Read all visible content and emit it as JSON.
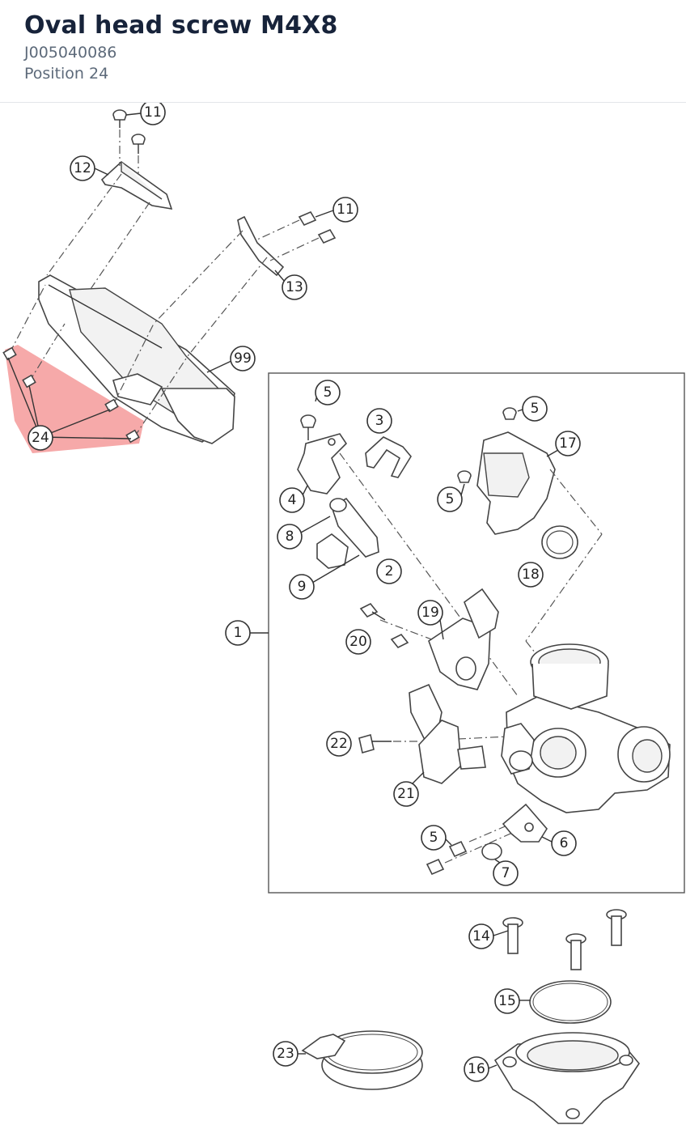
{
  "part": {
    "title": "Oval head screw M4X8",
    "part_number": "J005040086",
    "position": "Position 24"
  },
  "diagram": {
    "highlight_color": "#f07070",
    "callouts": [
      "11",
      "12",
      "11",
      "13",
      "99",
      "24",
      "1",
      "5",
      "3",
      "5",
      "17",
      "4",
      "5",
      "8",
      "2",
      "18",
      "9",
      "19",
      "20",
      "22",
      "21",
      "5",
      "6",
      "7",
      "14",
      "15",
      "23",
      "16"
    ]
  }
}
